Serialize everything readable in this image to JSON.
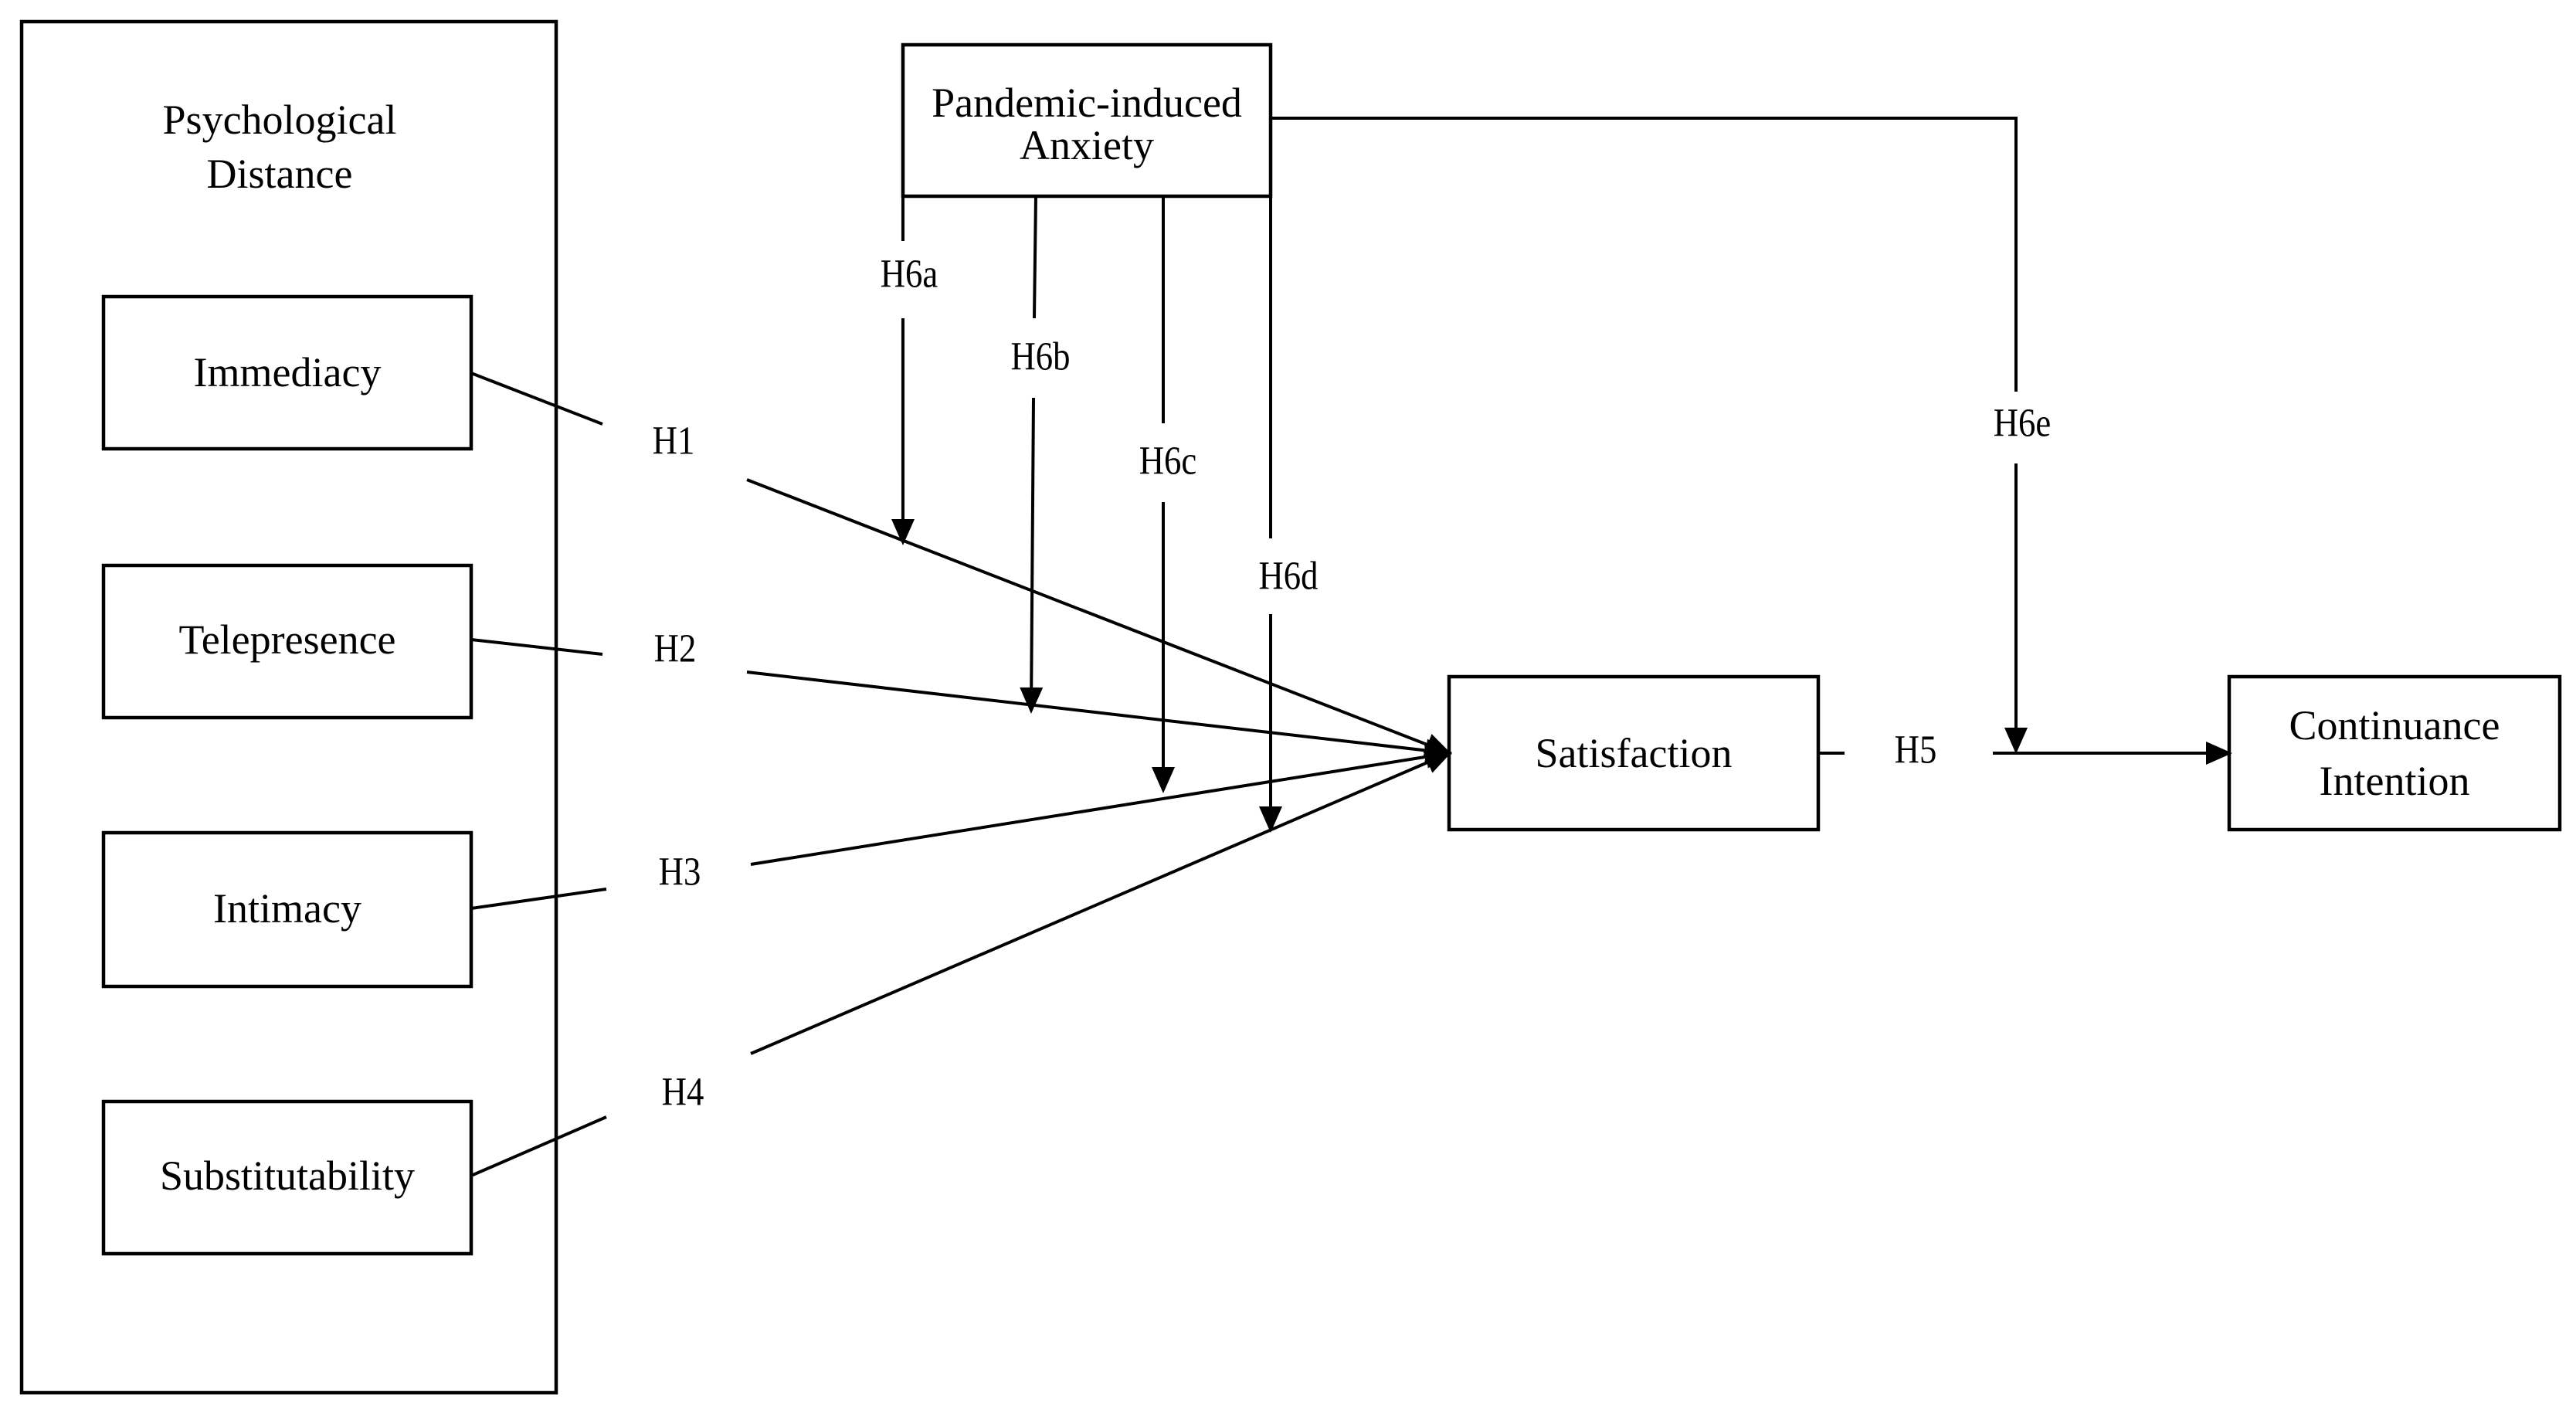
{
  "diagram": {
    "group": {
      "title_line1": "Psychological",
      "title_line2": "Distance"
    },
    "constructs": {
      "immediacy": "Immediacy",
      "telepresence": "Telepresence",
      "intimacy": "Intimacy",
      "substitutability": "Substitutability",
      "satisfaction": "Satisfaction",
      "continuance_line1": "Continuance",
      "continuance_line2": "Intention",
      "anxiety_line1": "Pandemic-induced",
      "anxiety_line2": "Anxiety"
    },
    "hypotheses": {
      "h1": "H1",
      "h2": "H2",
      "h3": "H3",
      "h4": "H4",
      "h5": "H5",
      "h6a": "H6a",
      "h6b": "H6b",
      "h6c": "H6c",
      "h6d": "H6d",
      "h6e": "H6e"
    },
    "colors": {
      "stroke": "#000000",
      "background": "#ffffff"
    }
  }
}
